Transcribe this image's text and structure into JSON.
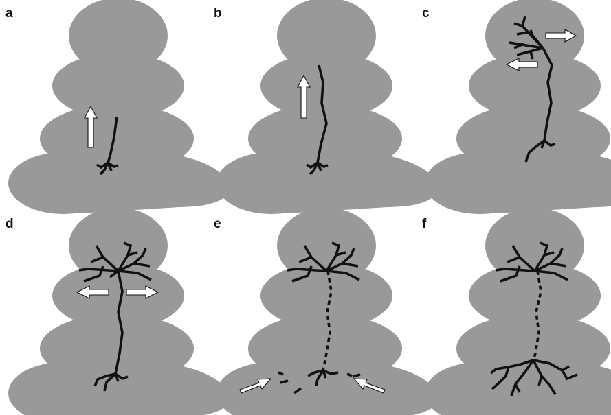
{
  "figure": {
    "panels": [
      {
        "id": "a",
        "label": "a"
      },
      {
        "id": "b",
        "label": "b"
      },
      {
        "id": "c",
        "label": "c"
      },
      {
        "id": "d",
        "label": "d"
      },
      {
        "id": "e",
        "label": "e"
      },
      {
        "id": "f",
        "label": "f"
      }
    ]
  },
  "colors": {
    "blob": "#999999",
    "path": "#111111",
    "arrow_fill": "#ffffff",
    "background": "#ffffff"
  }
}
